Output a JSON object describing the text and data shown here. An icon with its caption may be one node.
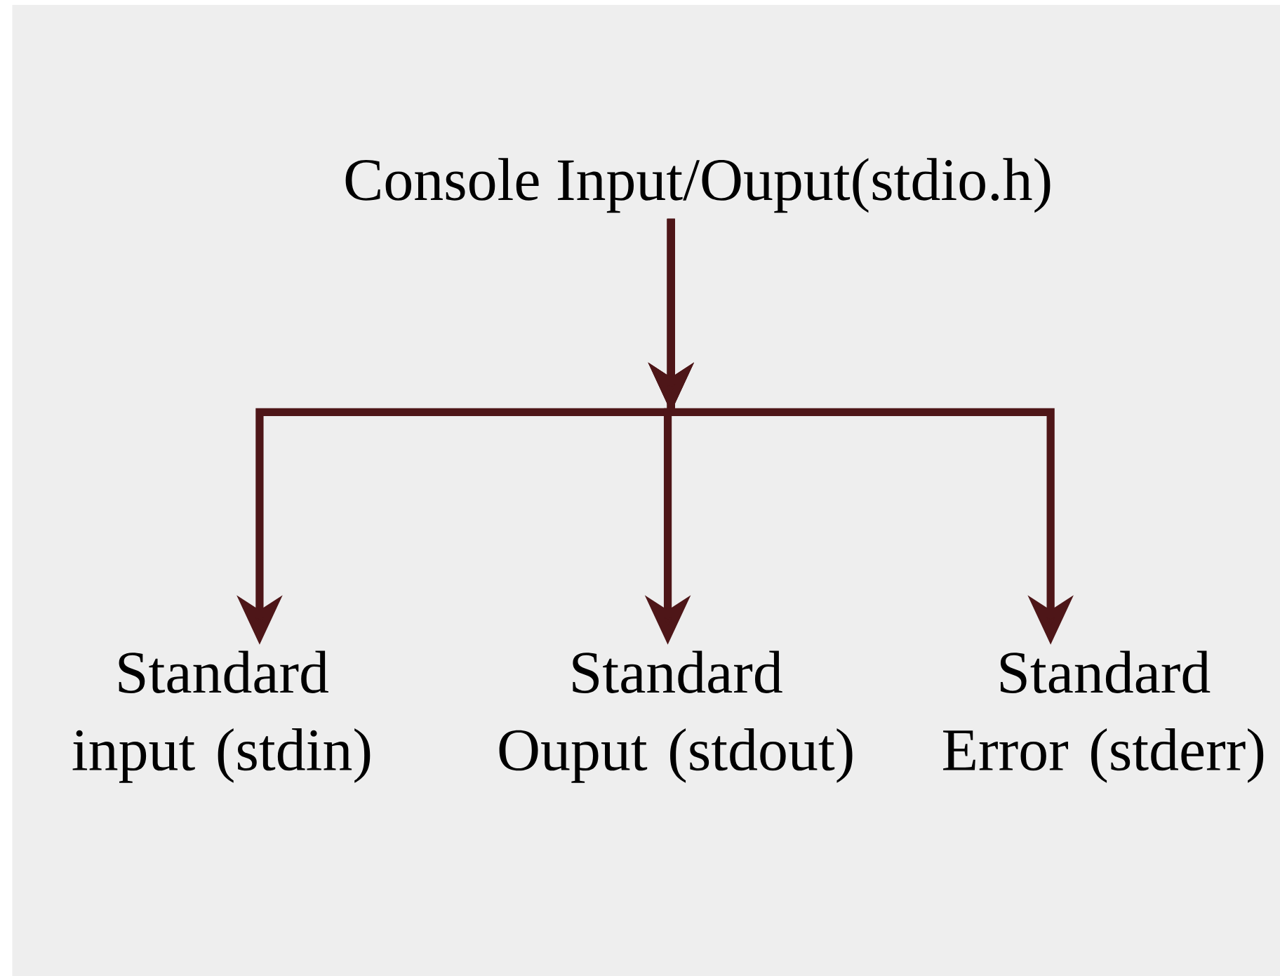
{
  "diagram": {
    "nodes": [
      {
        "text": [
          "Console Input/Ouput(stdio.h)"
        ]
      },
      {
        "text": [
          "Standard input (stdin)"
        ]
      },
      {
        "text": [
          "Standard Ouput (stdout)"
        ]
      },
      {
        "text": [
          "Standard Error (stderr)"
        ]
      }
    ],
    "edges": [
      {
        "from": 0,
        "to": 1,
        "arrow": "to"
      },
      {
        "from": 0,
        "to": 2,
        "arrow": "to"
      },
      {
        "from": 0,
        "to": 3,
        "arrow": "to"
      }
    ]
  }
}
